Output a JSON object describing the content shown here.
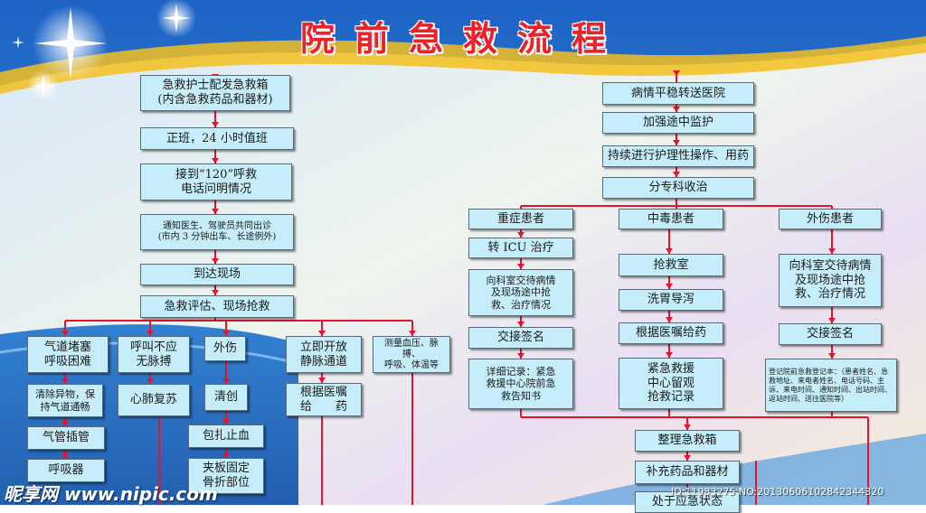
{
  "title": "院前急救流程",
  "colors": {
    "title": "#e8232a",
    "line": "#e8132a",
    "box": "#c6eefa",
    "sky": "#2b7fd4"
  },
  "icons": [
    "sparkle-icon"
  ],
  "left": {
    "steps": [
      "急救护士配发急救箱\n(内含急救药品和器材)",
      "正班，24 小时值班",
      "接到“120”呼救\n电话问明情况",
      "通知医生、驾驶员共同出诊\n(市内 3 分钟出车、长途例外)",
      "到达现场",
      "急救评估、现场抢救"
    ],
    "branches": {
      "airway": [
        "气道堵塞\n呼吸困难",
        "清除异物，保\n持气道通畅",
        "气管插管",
        "呼吸器"
      ],
      "cardiac": [
        "呼叫不应\n无脉搏",
        "心肺复苏"
      ],
      "trauma": [
        "外伤",
        "清创",
        "包扎止血",
        "夹板固定\n骨折部位"
      ],
      "iv": [
        "立即开放\n静脉通道",
        "根据医嘱\n给　　药"
      ],
      "vitals": [
        "测量血压、脉搏、\n呼吸、体温等"
      ]
    }
  },
  "right": {
    "transfer": [
      "病情平稳转送医院",
      "加强途中监护",
      "持续进行护理性操作、用药",
      "分专科收治"
    ],
    "severe": [
      "重症患者",
      "转 ICU 治疗",
      "向科室交待病情\n及现场途中抢\n救、治疗情况",
      "交接签名",
      "详细记录：紧急\n救援中心院前急\n救告知书"
    ],
    "poison": [
      "中毒患者",
      "抢救室",
      "洗胃导泻",
      "根据医嘱给药",
      "紧急救援\n中心留观\n抢救记录"
    ],
    "injury": [
      "外伤患者",
      "向科室交待病情\n及现场途中抢\n救、治疗情况",
      "交接签名",
      "登记院前急救登记本：（患者姓名、急救地址、来电者姓名、电话号码、主诉、来电时间、通知时间、出站时间、返站时间、送往医院等）"
    ],
    "final": [
      "整理急救箱",
      "补充药品和器材",
      "处于应急状态"
    ]
  },
  "watermark": {
    "left": "昵享网 www.nipic.com",
    "id": "ID:11983275 NO:20130606102842344320"
  }
}
